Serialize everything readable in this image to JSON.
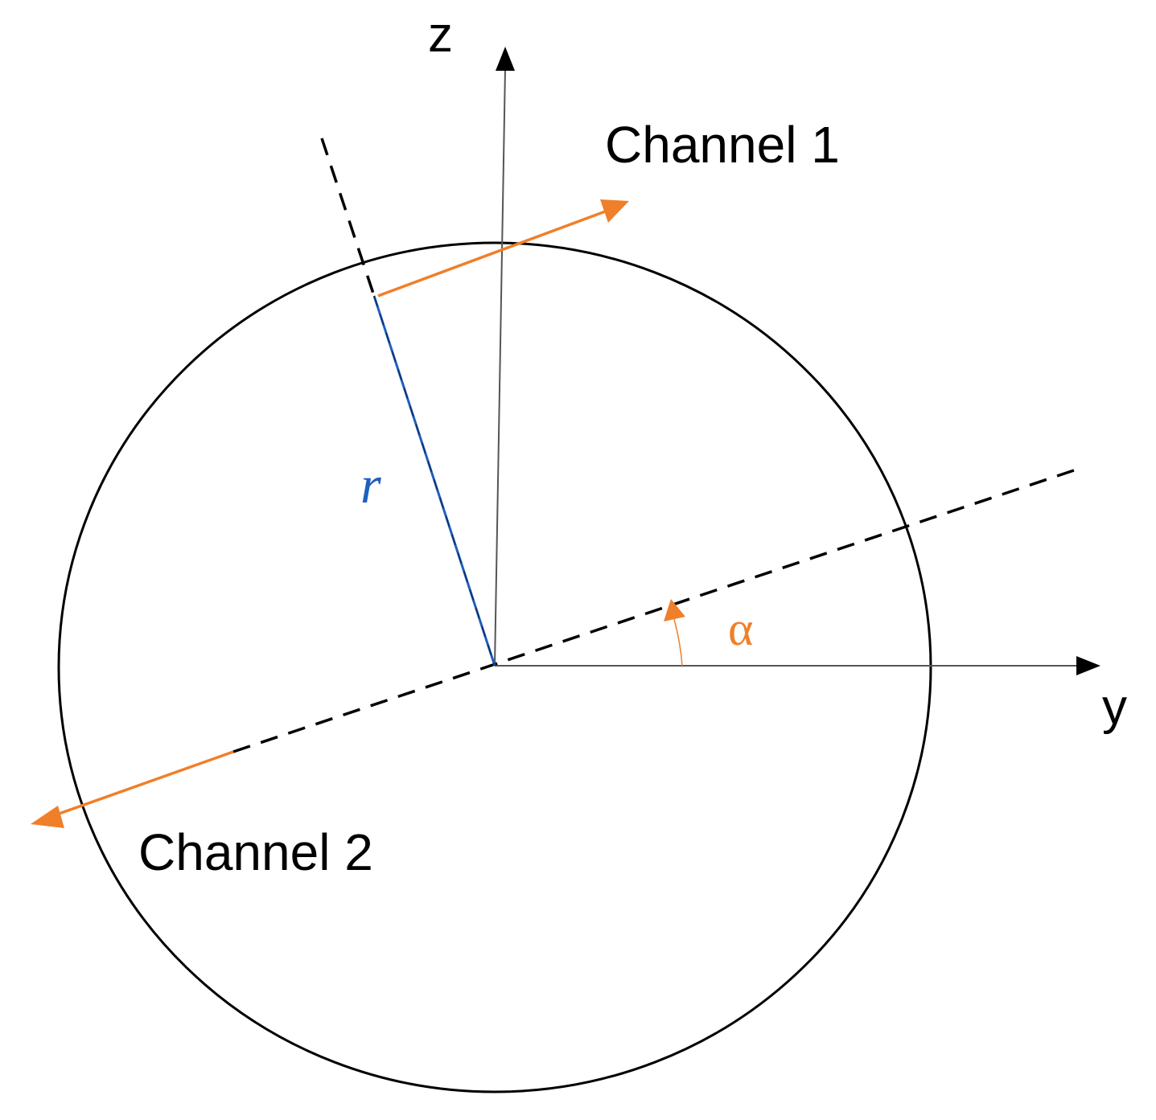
{
  "axes": {
    "z_label": "z",
    "y_label": "y"
  },
  "channels": {
    "channel1_label": "Channel 1",
    "channel2_label": "Channel 2"
  },
  "symbols": {
    "radius": "r",
    "angle": "α"
  },
  "colors": {
    "line": "#000000",
    "axis": "#555555",
    "channel": "#f07f2a",
    "radius": "#1f5fbf"
  }
}
